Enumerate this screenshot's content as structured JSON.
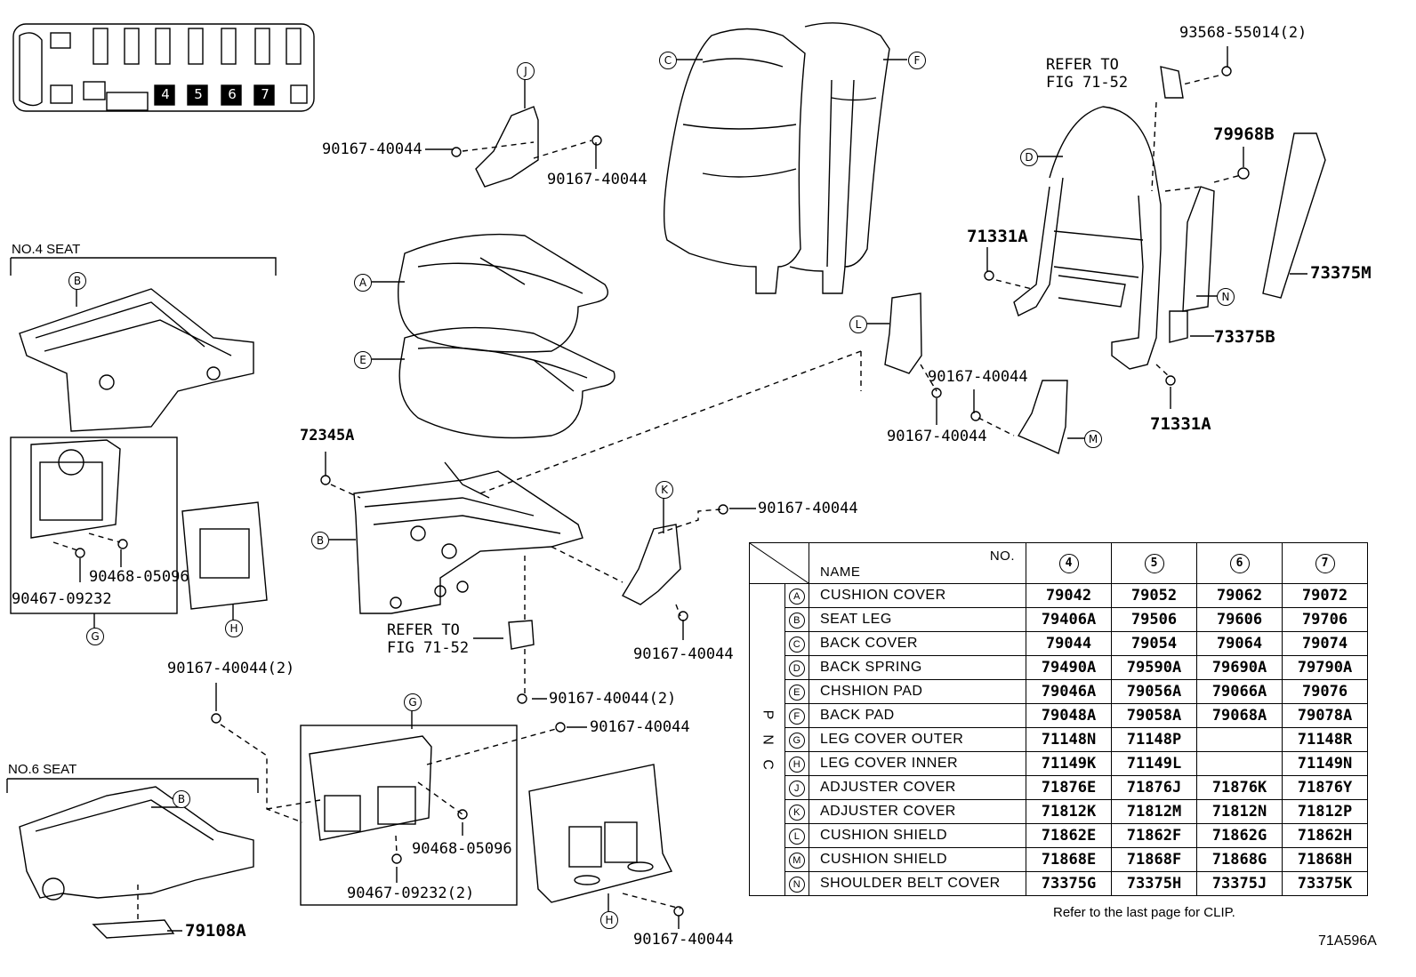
{
  "figure_code": "71A596A",
  "clip_note": "Refer to the last page for CLIP.",
  "sections": {
    "no4": "NO.4 SEAT",
    "no6": "NO.6 SEAT"
  },
  "key_map": {
    "seat_numbers": [
      "4",
      "5",
      "6",
      "7"
    ]
  },
  "refer": {
    "line1": "REFER TO",
    "line2": "FIG 71-52"
  },
  "callouts": {
    "j1": "90167-40044",
    "j2": "90167-40044",
    "c72345": "72345A",
    "k1": "90167-40044",
    "k2": "90167-40044",
    "b_bolt": "90167-40044(2)",
    "g_bolt_left": "90167-40044(2)",
    "g_bolt_right": "90167-40044",
    "h_bolt": "90167-40044",
    "clip1": "90468-05096",
    "clip2": "90467-09232",
    "clip3": "90468-05096",
    "clip4": "90467-09232(2)",
    "l_bolt1": "90167-40044",
    "l_bolt2": "90167-40044",
    "f_top": "93568-55014(2)",
    "p79968": "79968B",
    "p71331a": "71331A",
    "p71331b": "71331A",
    "p73375m": "73375M",
    "p73375b": "73375B",
    "p79108": "79108A"
  },
  "letters": [
    "A",
    "B",
    "C",
    "D",
    "E",
    "F",
    "G",
    "H",
    "J",
    "K",
    "L",
    "M",
    "N"
  ],
  "table": {
    "side_label": [
      "P",
      "N",
      "C"
    ],
    "header_name": "NAME",
    "header_no": "NO.",
    "columns": [
      "4",
      "5",
      "6",
      "7"
    ],
    "rows": [
      {
        "key": "A",
        "name": "CUSHION COVER",
        "nos": [
          "79042",
          "79052",
          "79062",
          "79072"
        ]
      },
      {
        "key": "B",
        "name": "SEAT  LEG",
        "nos": [
          "79406A",
          "79506",
          "79606",
          "79706"
        ]
      },
      {
        "key": "C",
        "name": "BACK COVER",
        "nos": [
          "79044",
          "79054",
          "79064",
          "79074"
        ]
      },
      {
        "key": "D",
        "name": "BACK SPRING",
        "nos": [
          "79490A",
          "79590A",
          "79690A",
          "79790A"
        ]
      },
      {
        "key": "E",
        "name": "CHSHION PAD",
        "nos": [
          "79046A",
          "79056A",
          "79066A",
          "79076"
        ]
      },
      {
        "key": "F",
        "name": "BACK PAD",
        "nos": [
          "79048A",
          "79058A",
          "79068A",
          "79078A"
        ]
      },
      {
        "key": "G",
        "name": "LEG COVER OUTER",
        "nos": [
          "71148N",
          "71148P",
          "",
          "71148R"
        ]
      },
      {
        "key": "H",
        "name": "LEG COVER INNER",
        "nos": [
          "71149K",
          "71149L",
          "",
          "71149N"
        ]
      },
      {
        "key": "J",
        "name": "ADJUSTER COVER",
        "nos": [
          "71876E",
          "71876J",
          "71876K",
          "71876Y"
        ]
      },
      {
        "key": "K",
        "name": "ADJUSTER COVER",
        "nos": [
          "71812K",
          "71812M",
          "71812N",
          "71812P"
        ]
      },
      {
        "key": "L",
        "name": "CUSHION SHIELD",
        "nos": [
          "71862E",
          "71862F",
          "71862G",
          "71862H"
        ]
      },
      {
        "key": "M",
        "name": "CUSHION SHIELD",
        "nos": [
          "71868E",
          "71868F",
          "71868G",
          "71868H"
        ]
      },
      {
        "key": "N",
        "name": "SHOULDER BELT COVER",
        "nos": [
          "73375G",
          "73375H",
          "73375J",
          "73375K"
        ]
      }
    ]
  }
}
